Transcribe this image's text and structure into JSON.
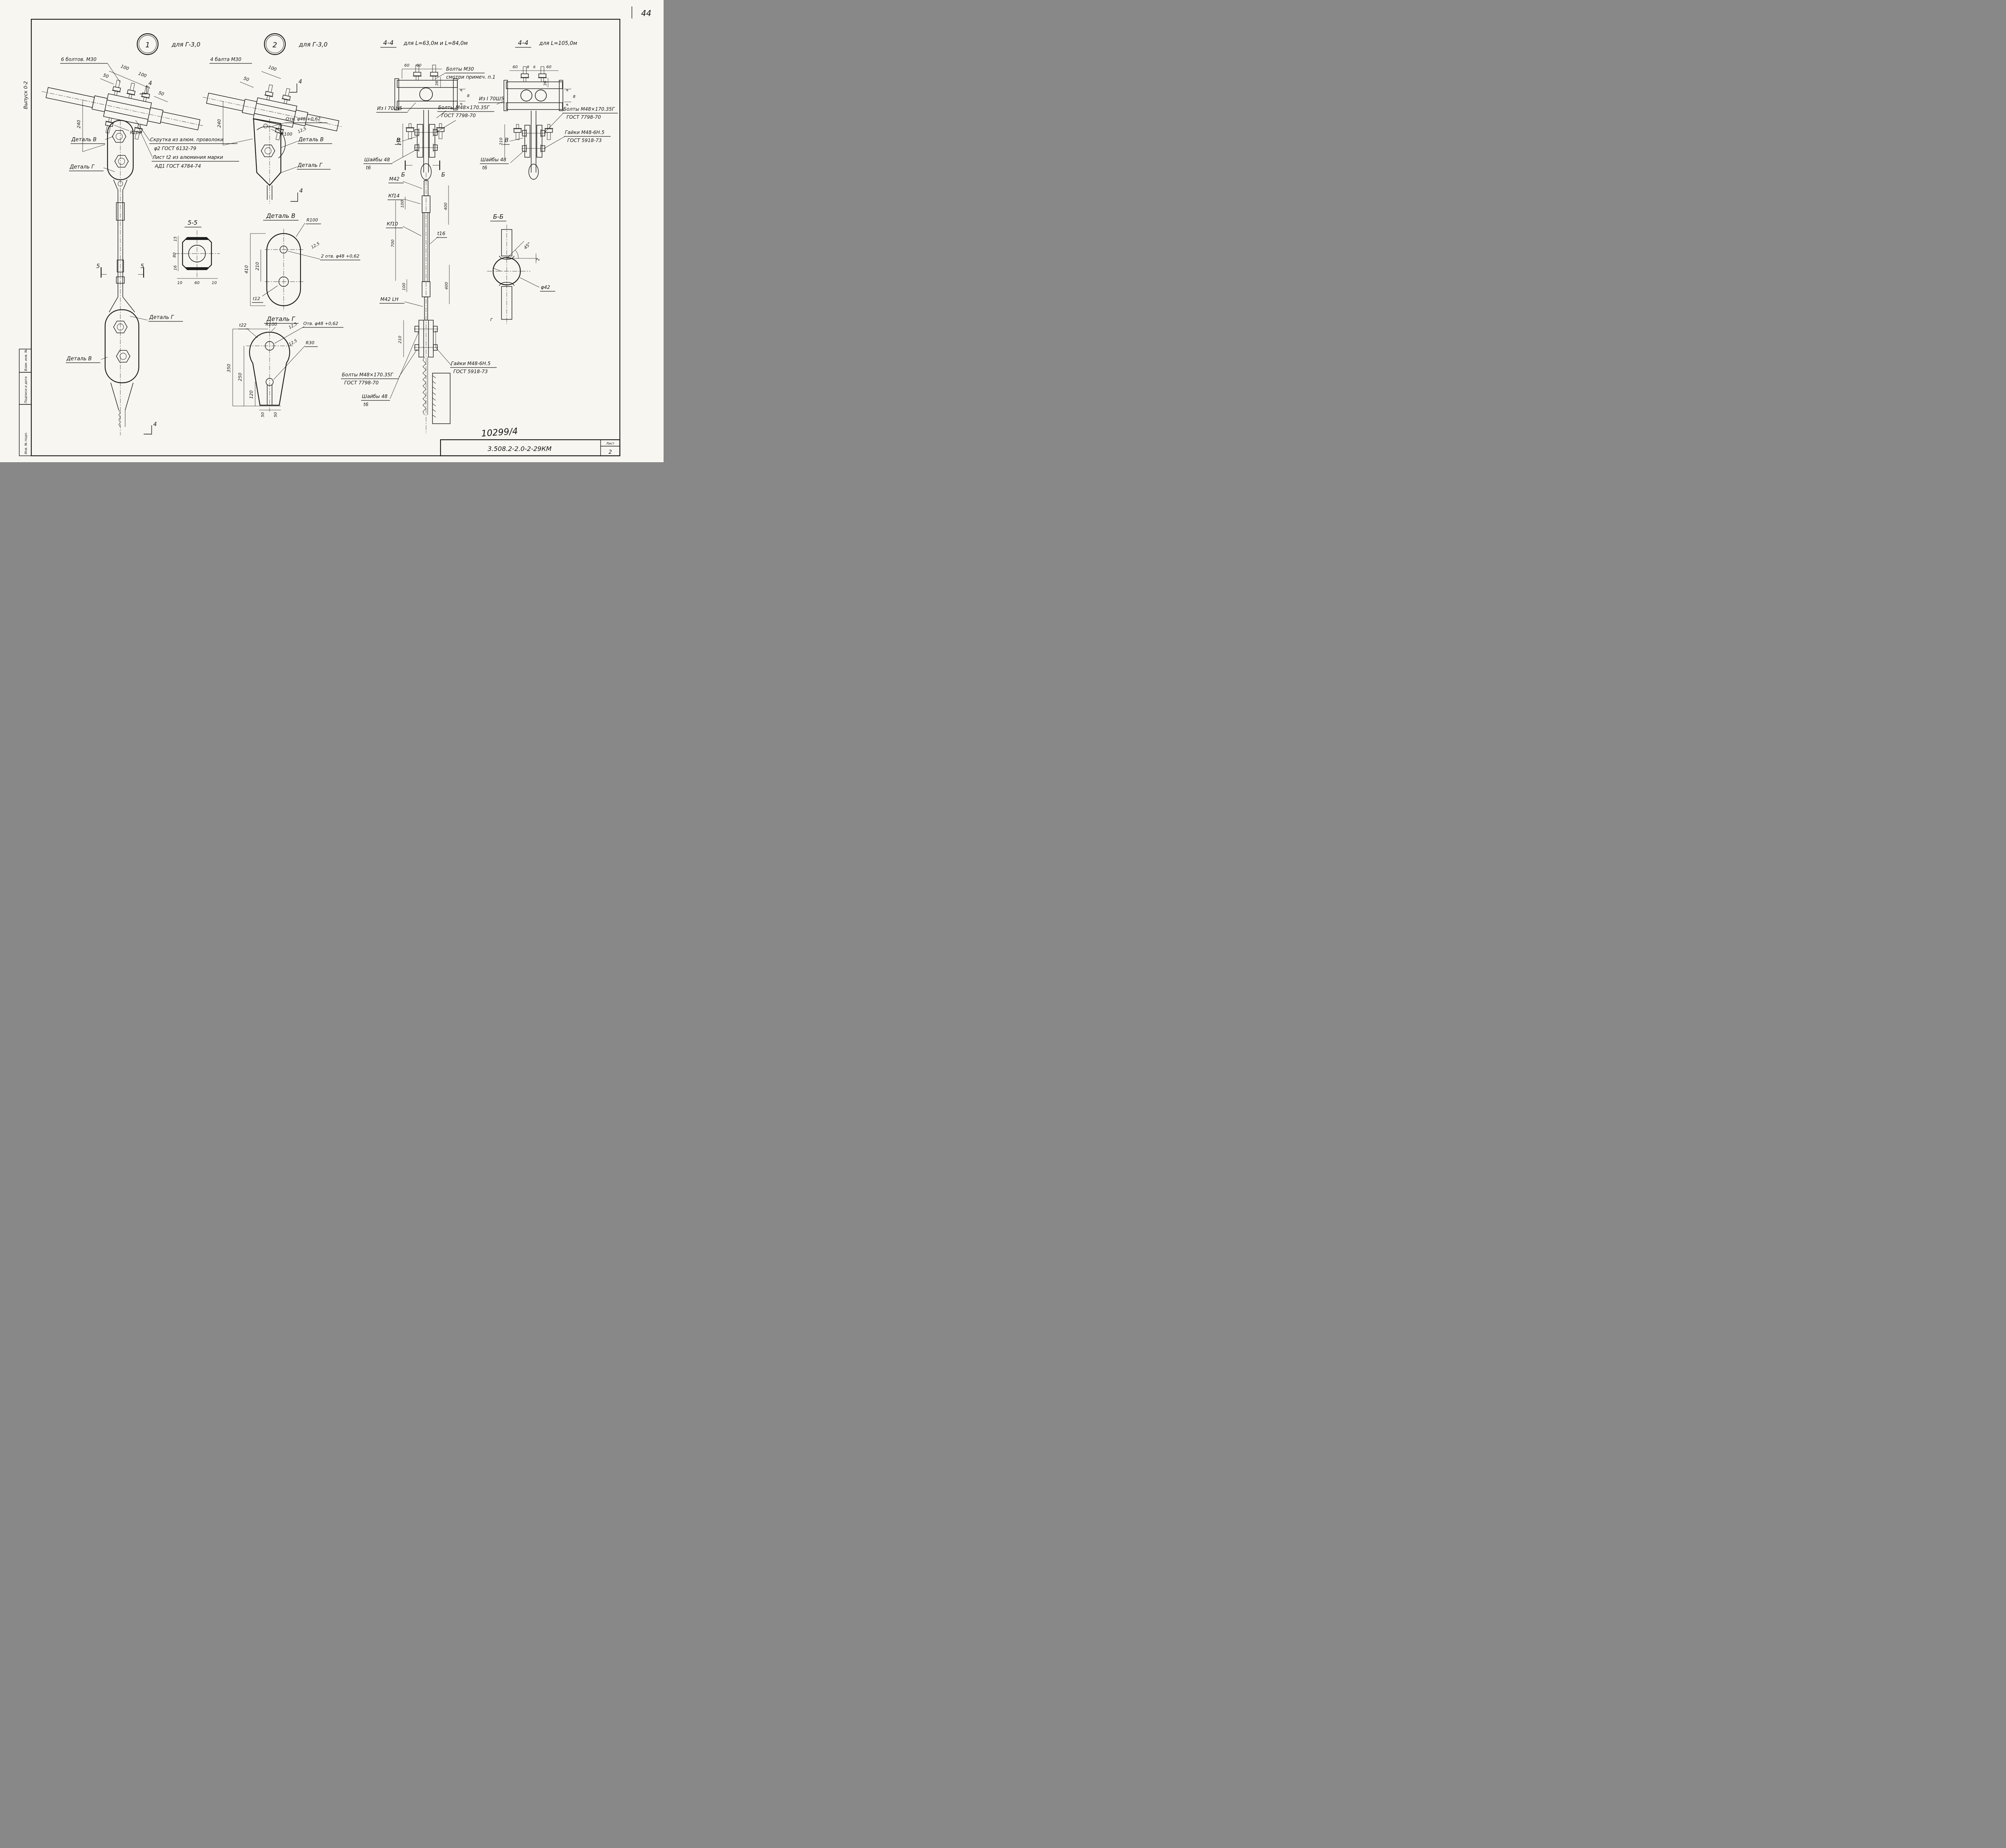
{
  "frame": {
    "sheet_no": "44",
    "doc_no": "10299/4",
    "code": "3.508.2-2.0-2-29КМ",
    "list_label": "Лист",
    "list_no": "2",
    "margin_issue": "Выпуск 0-2",
    "stamp1": "Взам. инв. №",
    "stamp2": "Подписи и дата",
    "stamp3": "Инв. № подл."
  },
  "v1": {
    "num": "1",
    "title": "для Г-3,0",
    "bolts": "6 болтов. М30",
    "d100a": "100",
    "d100b": "100",
    "d50a": "50",
    "d50b": "50",
    "d240": "240",
    "r100": "R100",
    "sec4": "4",
    "sec4b": "4",
    "sec5l": "5",
    "sec5r": "5",
    "det_v": "Деталь В",
    "det_g": "Деталь Г",
    "det_g2": "Деталь Г",
    "det_v2": "Деталь В",
    "note1": "Скрутка из алюм. проволоки",
    "note2": "φ2 ГОСТ 6132-79",
    "note3": "Лист t2 из алюминия марки",
    "note4": "АД1 ГОСТ 4784-74"
  },
  "v2": {
    "num": "2",
    "title": "для Г-3,0",
    "bolts": "4 балта М30",
    "d50": "50",
    "d100": "100",
    "d240": "240",
    "hole": "Отв. φ48 +0,62",
    "r100": "R100",
    "rough": "12,5",
    "det_v": "Деталь В",
    "det_g": "Деталь Г",
    "sec4": "4",
    "sec4b": "4"
  },
  "s55": {
    "title": "5-5",
    "d15": "15",
    "d80": "80",
    "d16": "16",
    "d10a": "10",
    "d60": "60",
    "d10b": "10"
  },
  "dv": {
    "title": "Деталь В",
    "r100": "R100",
    "rough": "12,5",
    "holes": "2 отв. φ48 +0,62",
    "d410": "410",
    "d210": "210",
    "t12": "t12"
  },
  "dg": {
    "title": "Деталь Г",
    "t22": "t22",
    "r100": "R100",
    "rough1": "12,5",
    "rough2": "12,5",
    "hole": "Отв. φ48 +0,62",
    "r30": "R30",
    "d350": "350",
    "d250": "250",
    "d120": "120",
    "d50a": "50",
    "d50b": "50"
  },
  "s44a": {
    "title": "4-4",
    "subtitle": "для L=63,0м и L=84,0м",
    "d60a": "60",
    "d60b": "60",
    "bolts30a": "Болты М30",
    "bolts30b": "смотри примеч. п.1",
    "d36": "36",
    "d8": "8",
    "da1": "а",
    "da2": "а",
    "beam": "Из I 70Ш5",
    "bolts48a": "Болты М48×170.35Г",
    "bolts48b": "ГОСТ 7798-70",
    "d210": "210",
    "view_b": "В",
    "wash_a": "Шайбы 48",
    "wash_b": "t6",
    "secBl": "Б",
    "secBr": "Б",
    "m42": "М42",
    "kf14": "Кf14",
    "d400a": "400",
    "d100a": "100",
    "d700": "700",
    "kf10": "Кf10",
    "t16": "t16",
    "d100b": "100",
    "d400b": "400",
    "m42lh": "М42 LH",
    "d210b": "210",
    "bolts48c": "Болты М48×170.35Г",
    "bolts48d": "ГОСТ 7798-70",
    "nuts_a": "Гайки М48-6Н.5",
    "nuts_b": "ГОСТ 5918-73",
    "wash_c": "Шайбы 48",
    "wash_d": "t6"
  },
  "s44b": {
    "title": "4-4",
    "subtitle": "для L=105,0м",
    "d60a": "60",
    "d8": "8",
    "d6": "6",
    "d60b": "60",
    "d36": "36",
    "d8b": "8",
    "da1": "а",
    "da2": "а",
    "beam": "Из I 70Ш5",
    "bolts48a": "Болты М48×170.35Г",
    "bolts48b": "ГОСТ 7798-70",
    "nuts_a": "Гайки М48-6Н.5",
    "nuts_b": "ГОСТ 5918-73",
    "d210": "210",
    "view_b": "В",
    "wash_a": "Шайбы 48",
    "wash_b": "t6"
  },
  "sbb": {
    "title": "Б-Б",
    "angle": "45°",
    "d2": "2",
    "dia": "φ42",
    "g": "г"
  }
}
